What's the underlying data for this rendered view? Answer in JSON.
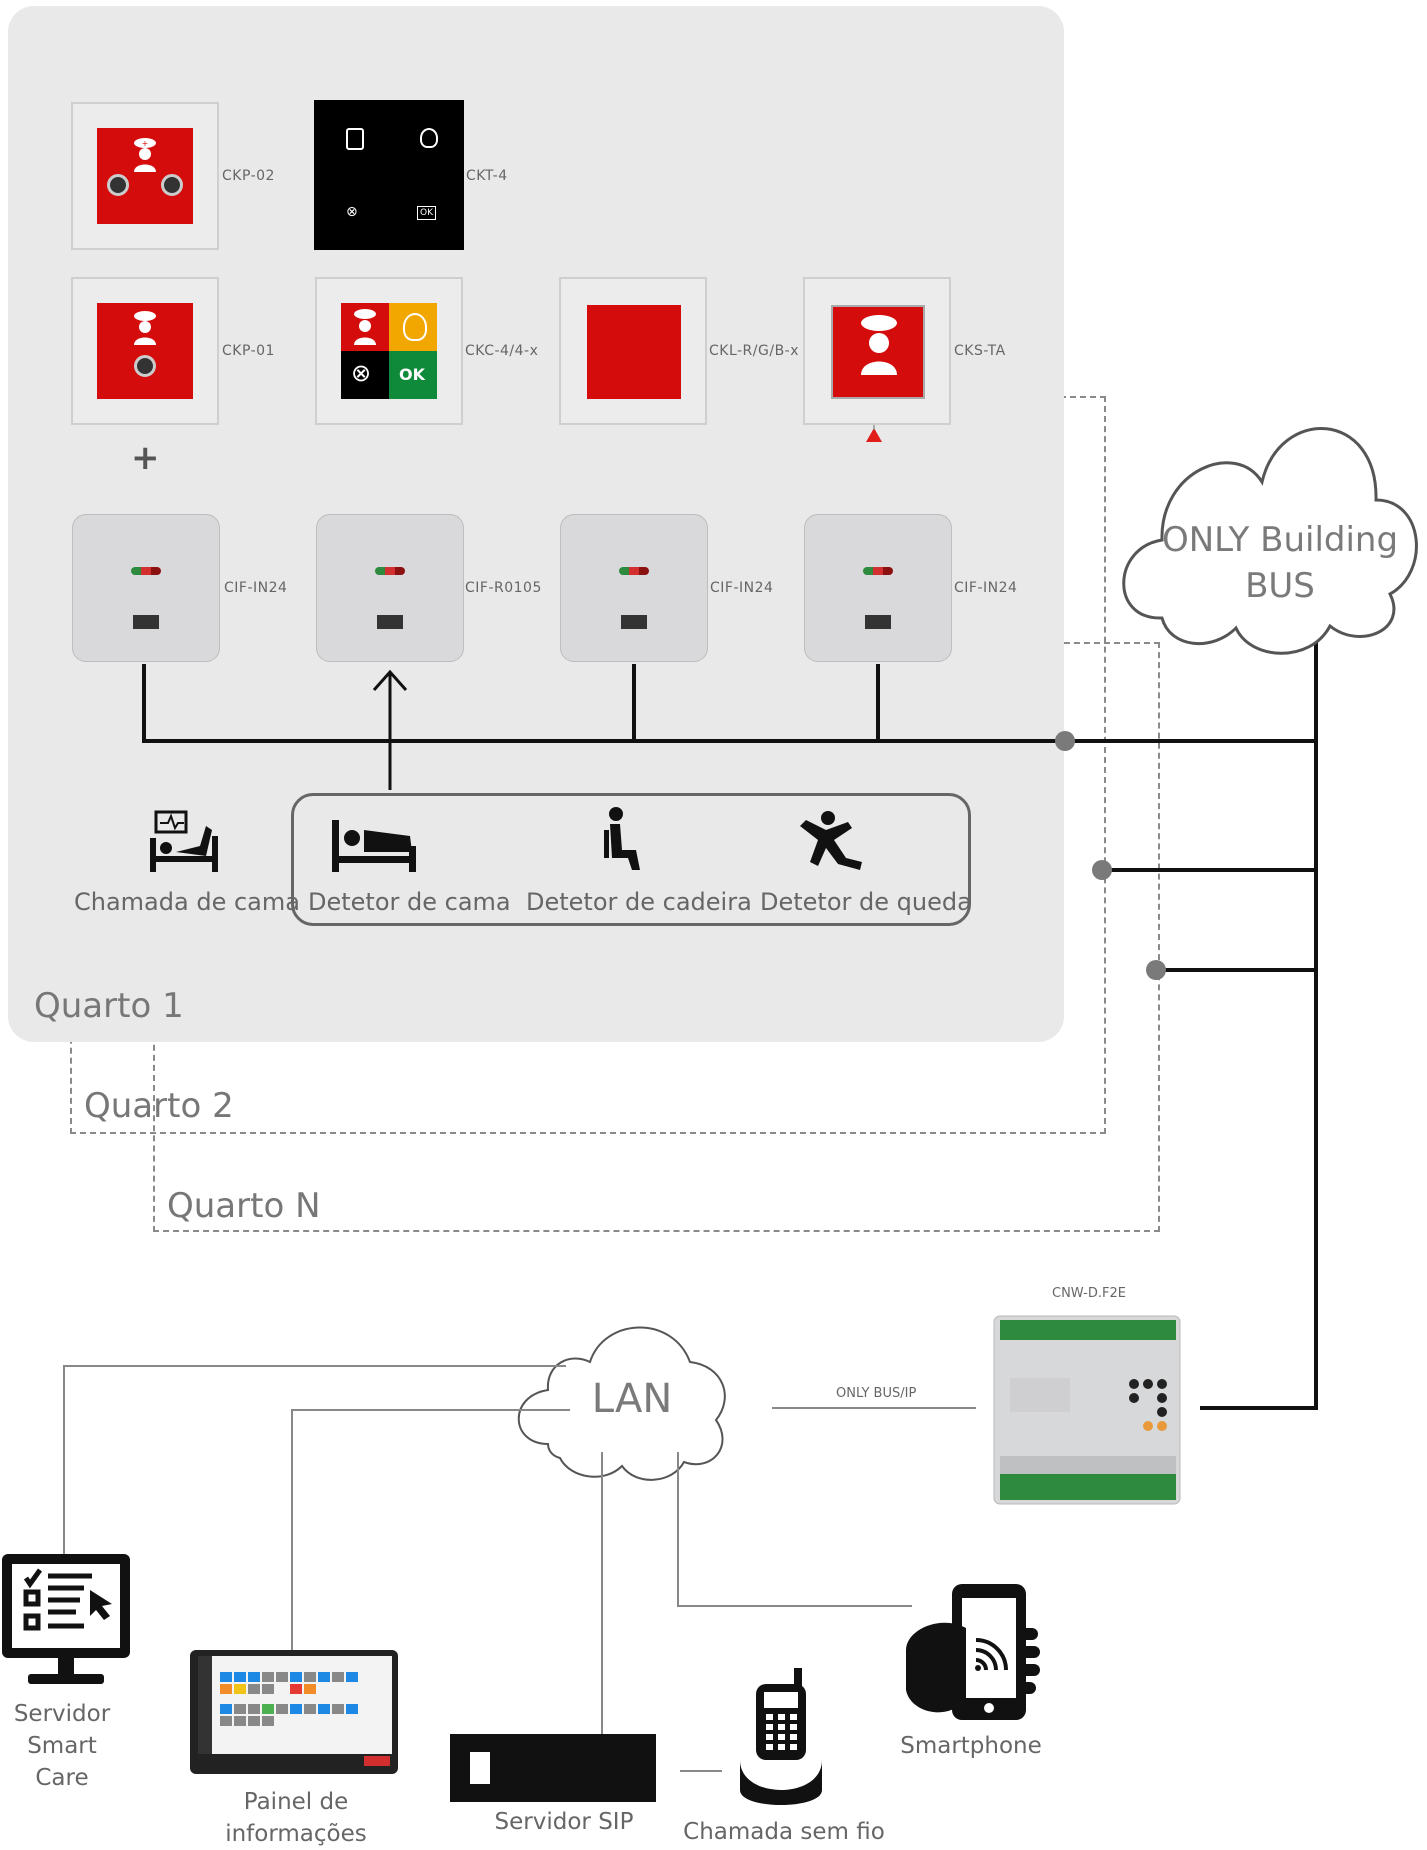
{
  "rooms": {
    "room1": "Quarto 1",
    "room2": "Quarto 2",
    "roomN": "Quarto N"
  },
  "devices": {
    "ckp02": "CKP-02",
    "ckt4": "CKT-4",
    "ckp01": "CKP-01",
    "ckc": "CKC-4/4-x",
    "ckl": "CKL-R/G/B-x",
    "ckst": "CKS-TA",
    "cif1": "CIF-IN24",
    "cif2": "CIF-R0105",
    "cif3": "CIF-IN24",
    "cif4": "CIF-IN24",
    "plus": "+",
    "ok": "OK",
    "ok_small": "OK"
  },
  "sensors": {
    "bed_call": "Chamada de cama",
    "bed_detector": "Detetor de cama",
    "chair_detector": "Detetor de cadeira",
    "fall_detector": "Detetor de queda"
  },
  "bus": {
    "cloud_line1": "ONLY Building",
    "cloud_line2": "BUS"
  },
  "network": {
    "lan": "LAN",
    "gateway_model": "CNW-D.F2E",
    "bus_ip": "ONLY BUS/IP"
  },
  "endpoints": {
    "server_smartcare_l1": "Servidor",
    "server_smartcare_l2": "Smart Care",
    "info_panel_l1": "Painel de",
    "info_panel_l2": "informações",
    "sip_server": "Servidor SIP",
    "wireless_call": "Chamada sem fio",
    "smartphone": "Smartphone"
  },
  "colors": {
    "red": "#d40c0c",
    "orange": "#f2a600",
    "green": "#0f8a3a",
    "line": "#111111",
    "bus_dot": "#7a7a7a"
  }
}
